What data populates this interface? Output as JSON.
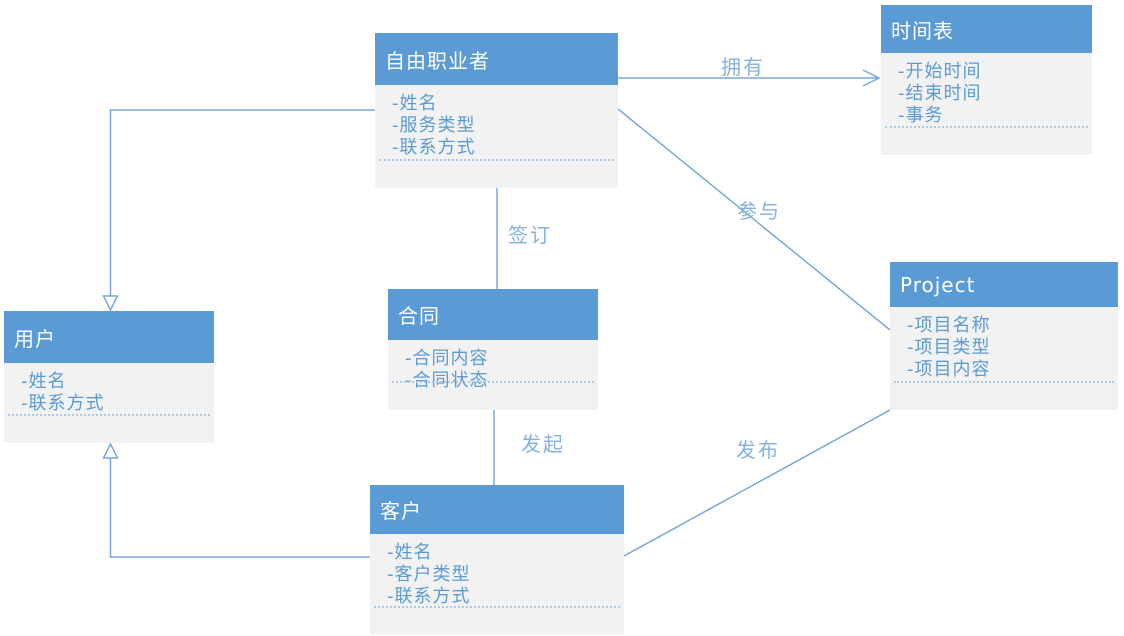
{
  "colors": {
    "entity_header": "#5B9BD5",
    "entity_body": "#F2F2F2",
    "entity_title_text": "#FFFFFF",
    "attribute_text": "#5B9BD5",
    "connector_line": "#78A8DB",
    "relationship_label_text": "#86B2E0",
    "separator_dotted": "#A9C9E8"
  },
  "entities": {
    "freelancer": {
      "title": "自由职业者",
      "attributes": [
        "-姓名",
        "-服务类型",
        "-联系方式"
      ]
    },
    "timetable": {
      "title": "时间表",
      "attributes": [
        "-开始时间",
        "-结束时间",
        "-事务"
      ]
    },
    "project": {
      "title": "Project",
      "attributes": [
        "-项目名称",
        "-项目类型",
        "-项目内容"
      ]
    },
    "contract": {
      "title": "合同",
      "attributes": [
        "-合同内容",
        "-合同状态"
      ]
    },
    "user": {
      "title": "用户",
      "attributes": [
        "-姓名",
        "-联系方式"
      ]
    },
    "customer": {
      "title": "客户",
      "attributes": [
        "-姓名",
        "-客户类型",
        "-联系方式"
      ]
    }
  },
  "relationships": {
    "own": {
      "label": "拥有",
      "from": "自由职业者",
      "to": "时间表",
      "arrow": "open-arrowhead"
    },
    "sign": {
      "label": "签订",
      "from": "自由职业者",
      "to": "合同",
      "arrow": "none"
    },
    "participate": {
      "label": "参与",
      "from": "自由职业者",
      "to": "Project",
      "arrow": "none"
    },
    "initiate": {
      "label": "发起",
      "from": "合同",
      "to": "客户",
      "arrow": "none"
    },
    "publish": {
      "label": "发布",
      "from": "客户",
      "to": "Project",
      "arrow": "none"
    },
    "freelancer_is_user": {
      "label": "",
      "from": "自由职业者",
      "to": "用户",
      "arrow": "hollow-triangle"
    },
    "customer_is_user": {
      "label": "",
      "from": "客户",
      "to": "用户",
      "arrow": "hollow-triangle"
    }
  }
}
